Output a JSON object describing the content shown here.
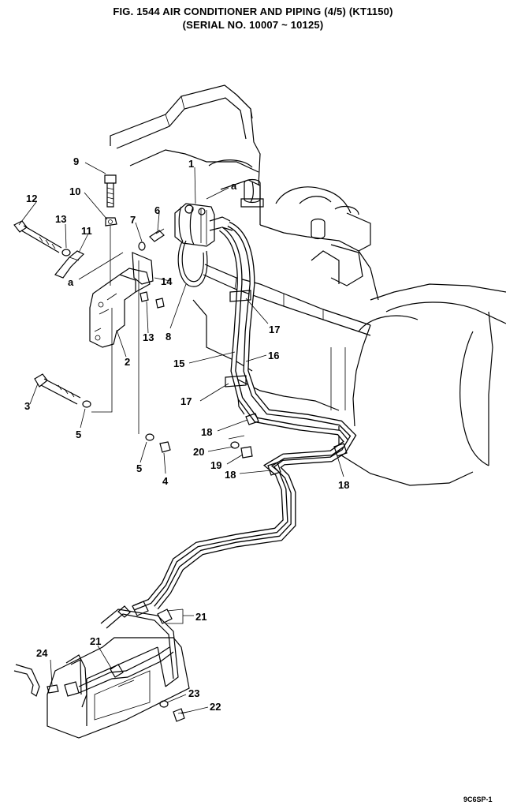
{
  "title_line1": "FIG. 1544  AIR CONDITIONER AND PIPING (4/5) (KT1150)",
  "title_line2": "(SERIAL NO. 10007 ~ 10125)",
  "drawing_code": "9C6SP-1",
  "callouts": {
    "c1": "1",
    "c2": "2",
    "c3": "3",
    "c4": "4",
    "c5a": "5",
    "c5b": "5",
    "c6": "6",
    "c7": "7",
    "c8": "8",
    "c9": "9",
    "c10": "10",
    "c11": "11",
    "c12": "12",
    "c13a": "13",
    "c13b": "13",
    "c14": "14",
    "c15": "15",
    "c16": "16",
    "c17a": "17",
    "c17b": "17",
    "c18a": "18",
    "c18b": "18",
    "c18c": "18",
    "c19": "19",
    "c20": "20",
    "c21a": "21",
    "c21b": "21",
    "c22": "22",
    "c23": "23",
    "c24": "24",
    "ca1": "a",
    "ca2": "a"
  }
}
